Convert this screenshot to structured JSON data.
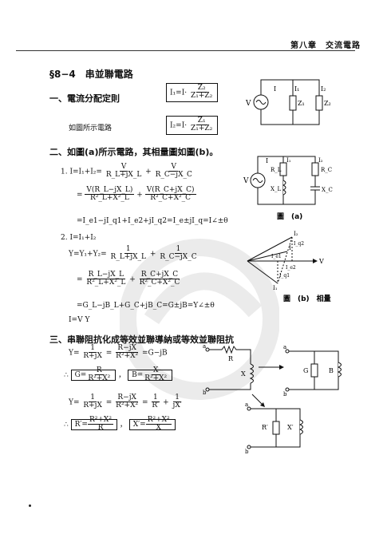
{
  "header": {
    "chapter": "第八章　交流電路"
  },
  "title": "§8−4　串並聯電路",
  "sec1": {
    "heading": "一、電流分配定則",
    "note": "如圖所示電路",
    "eq1": {
      "lhs": "I₁=I·",
      "num": "Z₂",
      "den": "Z₁+Z₂"
    },
    "eq2": {
      "lhs": "I₂=I·",
      "num": "Z₁",
      "den": "Z₁+Z₂"
    }
  },
  "sec2": {
    "heading": "二、如圖(a)所示電路，其相量圖如圖(b)。",
    "l1": "1. I=I₁+I₂=",
    "l1a": {
      "n1": "V",
      "d1": "R_L+jX_L",
      "plus": "+",
      "n2": "V",
      "d2": "R_C−jX_C"
    },
    "l1b": {
      "eq": "=",
      "n1": "V(R_L−jX_L)",
      "d1": "R²_L+X²_L",
      "plus": "+",
      "n2": "V(R_C+jX_C)",
      "d2": "R²_C+X²_C"
    },
    "l1c": "=I_e1−jI_q1+I_e2+jI_q2=I_e±jI_q=I∠±θ",
    "l2": "2. I=I₁+I₂",
    "l2a": {
      "lhs": "Y=Y₁+Y₂=",
      "n1": "1",
      "d1": "R_L+jX_L",
      "plus": "+",
      "n2": "1",
      "d2": "R_C−jX_C"
    },
    "l2b": {
      "eq": "=",
      "n1": "R_L−jX_L",
      "d1": "R²_L+X²_L",
      "plus": "+",
      "n2": "R_C+jX_C",
      "d2": "R²_C+X²_C"
    },
    "l2c": "=G_L−jB_L+G_C+jB_C=G±jB=Y∠±θ",
    "l2d": "I=V Y"
  },
  "sec3": {
    "heading": "三、串聯阻抗化成等效並聯導納或等效並聯阻抗",
    "e1": {
      "lhs": "Y=",
      "n1": "1",
      "d1": "R+jX",
      "eq": "=",
      "n2": "R−jX",
      "d2": "R²+X²",
      "rest": "=G−jB"
    },
    "e2": {
      "pre": "∴",
      "g": "G=",
      "gn": "R",
      "gd": "R²+X²",
      "sep": "，",
      "b": "B=",
      "bn": "X",
      "bd": "R²+X²"
    },
    "e3": {
      "lhs": "Y=",
      "n1": "1",
      "d1": "R+jX",
      "eq": "=",
      "n2": "R−jX",
      "d2": "R²+X²",
      "eq2": "=",
      "n3": "1",
      "d3": "R′",
      "plus": "+",
      "n4": "1",
      "d4": "jX′"
    },
    "e4": {
      "pre": "∴",
      "r": "R′=",
      "rn": "R²+X²",
      "rd": "R",
      "sep": "，",
      "x": "X′=",
      "xn": "R²+X²",
      "xd": "X"
    }
  },
  "fig1": {
    "V": "V",
    "I": "I",
    "I1": "I₁",
    "I2": "I₂",
    "Z1": "Z₁",
    "Z2": "Z₂"
  },
  "figa": {
    "V": "V",
    "I": "I",
    "I1": "I₁",
    "I2": "I₂",
    "RL": "R_L",
    "RC": "R_C",
    "XL": "X_L",
    "XC": "X_C",
    "caption": "圖　(a)"
  },
  "figb": {
    "I": "I",
    "Iq2": "I_q2",
    "Ie1": "I_e1",
    "Ie2": "I_e2",
    "Iq1": "I_q1",
    "I1": "I₁",
    "I2": "I₂",
    "V": "V",
    "caption": "圖　(b)　相量"
  },
  "fig3": {
    "a": "a",
    "b": "b",
    "R": "R",
    "X": "X",
    "G": "G",
    "B": "B",
    "a2": "a",
    "b2": "b",
    "a3": "a",
    "b3": "b",
    "Rp": "R′",
    "Xp": "X′"
  }
}
